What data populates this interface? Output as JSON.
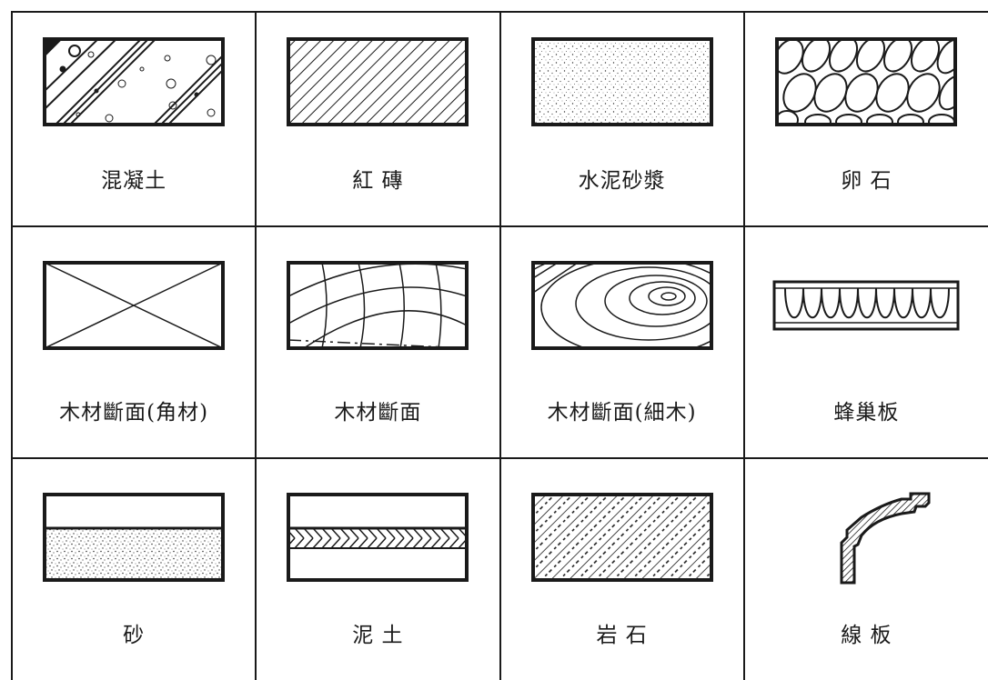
{
  "title": "",
  "rows": [
    {
      "cells": [
        {
          "id": "concrete",
          "label": "混凝土",
          "pattern_name": "concrete-pattern-icon"
        },
        {
          "id": "red-brick",
          "label": "紅 磚",
          "pattern_name": "red-brick-pattern-icon"
        },
        {
          "id": "cement-mortar",
          "label": "水泥砂漿",
          "pattern_name": "cement-mortar-pattern-icon"
        },
        {
          "id": "pebble",
          "label": "卵 石",
          "pattern_name": "pebble-pattern-icon"
        }
      ]
    },
    {
      "cells": [
        {
          "id": "timber-section-square",
          "label": "木材斷面(角材)",
          "pattern_name": "timber-square-section-icon"
        },
        {
          "id": "timber-section",
          "label": "木材斷面",
          "pattern_name": "timber-section-icon"
        },
        {
          "id": "timber-section-fine",
          "label": "木材斷面(細木)",
          "pattern_name": "timber-fine-section-icon"
        },
        {
          "id": "honeycomb-board",
          "label": "蜂巢板",
          "pattern_name": "honeycomb-board-icon"
        }
      ]
    },
    {
      "cells": [
        {
          "id": "sand",
          "label": "砂",
          "pattern_name": "sand-pattern-icon"
        },
        {
          "id": "soil",
          "label": "泥 土",
          "pattern_name": "soil-pattern-icon"
        },
        {
          "id": "rock",
          "label": "岩 石",
          "pattern_name": "rock-pattern-icon"
        },
        {
          "id": "molding",
          "label": "線 板",
          "pattern_name": "molding-profile-icon"
        }
      ]
    }
  ],
  "colors": {
    "ink": "#1a1a1a",
    "paper": "#ffffff"
  }
}
